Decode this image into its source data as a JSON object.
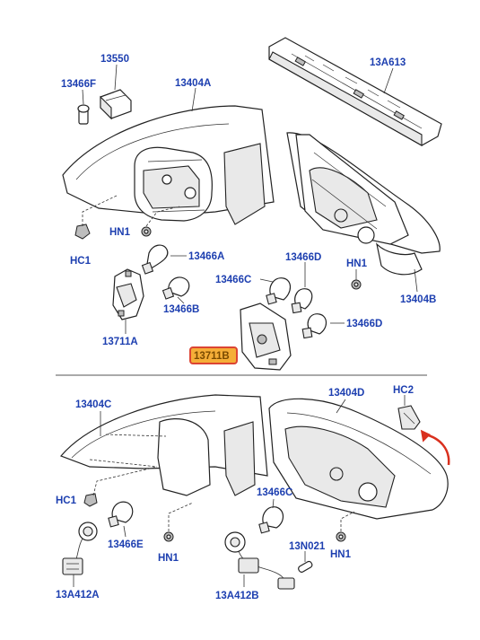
{
  "labels": {
    "p13550": "13550",
    "p13466F": "13466F",
    "p13404A": "13404A",
    "p13A613": "13A613",
    "hn1_a": "HN1",
    "hc1_a": "HC1",
    "p13466A": "13466A",
    "p13466D_a": "13466D",
    "hn1_b": "HN1",
    "p13466C_a": "13466C",
    "p13466B": "13466B",
    "p13404B": "13404B",
    "p13711A": "13711A",
    "p13466D_b": "13466D",
    "p13711B": "13711B",
    "p13404C": "13404C",
    "p13404D": "13404D",
    "hc2": "HC2",
    "hc1_b": "HC1",
    "p13466C_b": "13466C",
    "p13466E": "13466E",
    "hn1_c": "HN1",
    "p13N021": "13N021",
    "hn1_d": "HN1",
    "p13A412A": "13A412A",
    "p13A412B": "13A412B"
  },
  "colors": {
    "label": "#1d3fb0",
    "highlight_fill": "#f5a623",
    "highlight_border": "#d9301e",
    "arrow": "#d9301e"
  }
}
